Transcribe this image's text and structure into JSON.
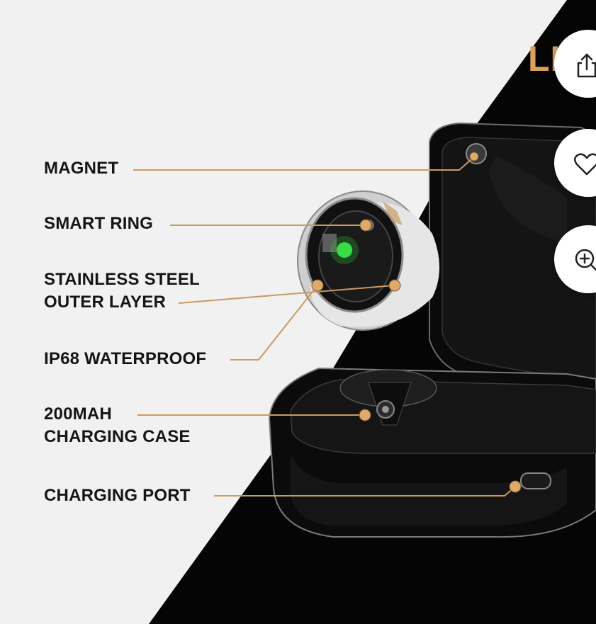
{
  "image": {
    "callouts": [
      {
        "id": "magnet",
        "text": "MAGNET"
      },
      {
        "id": "smart-ring",
        "text": "SMART RING"
      },
      {
        "id": "steel-layer",
        "line1": "STAINLESS STEEL",
        "line2": "OUTER LAYER"
      },
      {
        "id": "waterproof",
        "text": "IP68 WATERPROOF"
      },
      {
        "id": "charging-case",
        "line1": "200MAH",
        "line2": "CHARGING CASE"
      },
      {
        "id": "charging-port",
        "text": "CHARGING PORT"
      }
    ],
    "brand_fragment": "LI",
    "colors": {
      "background": "#f1f1f1",
      "dark": "#050505",
      "accent": "#d9a062",
      "leader": "#c99b63",
      "text": "#151515"
    }
  },
  "actions": [
    {
      "id": "share",
      "icon": "share-icon"
    },
    {
      "id": "favorite",
      "icon": "heart-icon"
    },
    {
      "id": "zoom",
      "icon": "zoom-in-icon"
    }
  ]
}
